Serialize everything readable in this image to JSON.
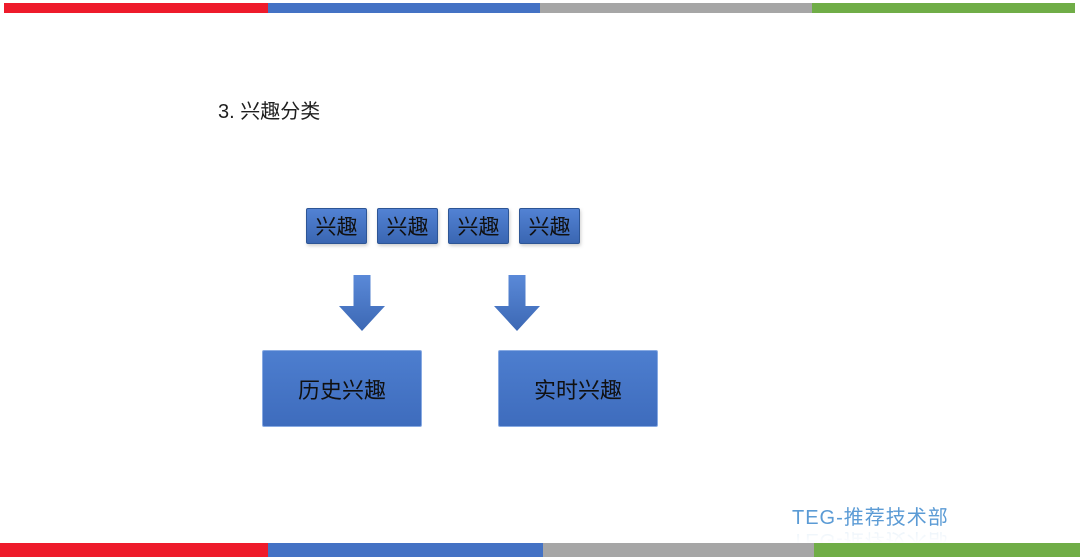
{
  "slide": {
    "title": "3. 兴趣分类",
    "footer_label": "TEG-推荐技术部"
  },
  "bars": {
    "colors": {
      "red": "#ee1b2b",
      "blue": "#4472c4",
      "gray": "#a6a6a6",
      "green": "#70ad47"
    }
  },
  "diagram": {
    "interest_boxes": [
      {
        "label": "兴趣"
      },
      {
        "label": "兴趣"
      },
      {
        "label": "兴趣"
      },
      {
        "label": "兴趣"
      }
    ],
    "arrow_icons": [
      {
        "name": "down-arrow"
      },
      {
        "name": "down-arrow"
      }
    ],
    "category_boxes": [
      {
        "label": "历史兴趣"
      },
      {
        "label": "实时兴趣"
      }
    ],
    "box_colors": {
      "fill_top": "#5282d4",
      "fill_bottom": "#3a66b2",
      "small_box_border": "#2d5595",
      "big_box_border": "#88aae2",
      "text": "#101010"
    },
    "footer_color": "#5b9bd5"
  }
}
